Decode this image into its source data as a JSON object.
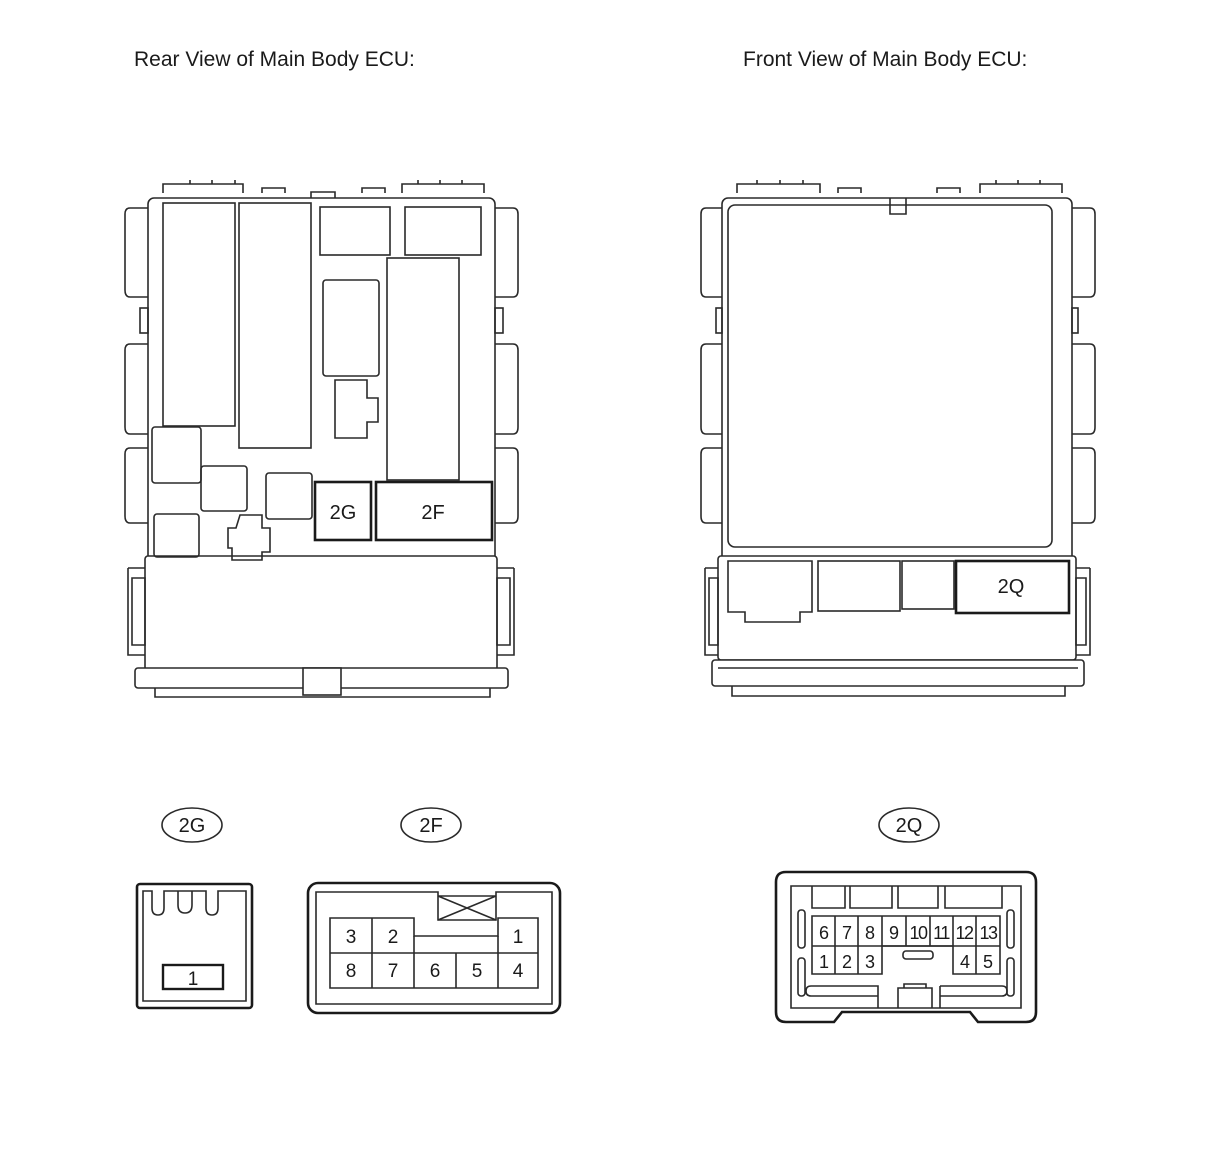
{
  "titles": {
    "rear": "Rear View of Main Body ECU:",
    "front": "Front View of Main Body ECU:"
  },
  "ecu_labels": {
    "g2": "2G",
    "f2": "2F",
    "q2": "2Q"
  },
  "connectors": {
    "g2": {
      "label": "2G",
      "pins": [
        "1"
      ]
    },
    "f2": {
      "label": "2F",
      "pins_top": [
        "3",
        "2",
        "1"
      ],
      "pins_bottom": [
        "8",
        "7",
        "6",
        "5",
        "4"
      ]
    },
    "q2": {
      "label": "2Q",
      "pins_top": [
        "6",
        "7",
        "8",
        "9",
        "10",
        "11",
        "12",
        "13"
      ],
      "pins_bottom": [
        "1",
        "2",
        "3",
        "4",
        "5"
      ]
    }
  }
}
